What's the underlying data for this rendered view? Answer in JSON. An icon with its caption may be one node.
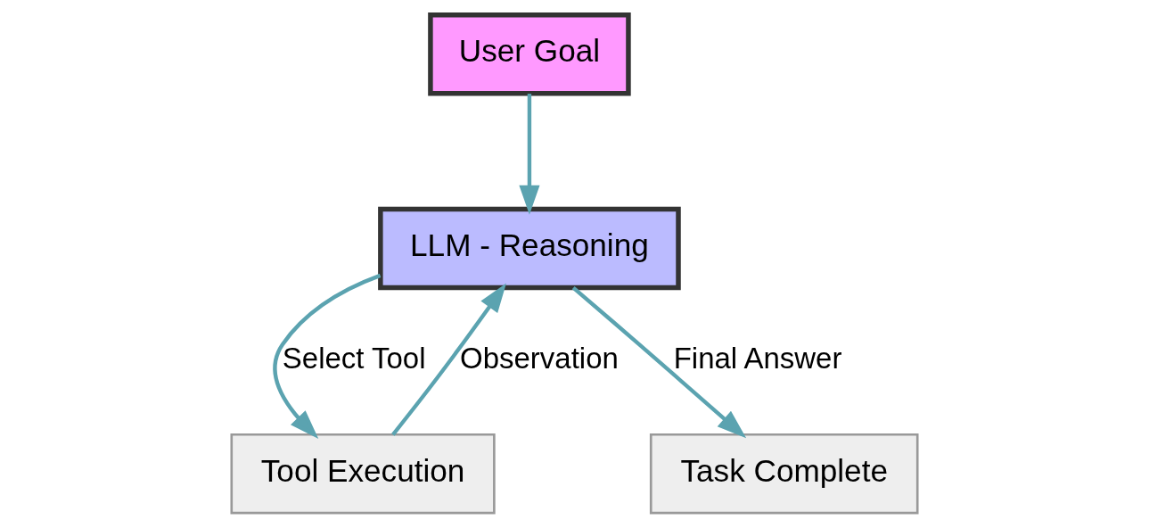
{
  "diagram": {
    "nodes": [
      {
        "text": [
          "User Goal"
        ]
      },
      {
        "text": [
          "LLM - Reasoning"
        ]
      },
      {
        "text": [
          "Tool Execution"
        ]
      },
      {
        "text": [
          "Task Complete"
        ]
      }
    ],
    "edges": [
      {
        "from": 0,
        "to": 1,
        "arrow": "to"
      },
      {
        "from": 1,
        "to": 2,
        "arrow": "to",
        "label": "Select Tool"
      },
      {
        "from": 2,
        "to": 1,
        "arrow": "to",
        "label": "Observation"
      },
      {
        "from": 1,
        "to": 3,
        "arrow": "to",
        "label": "Final Answer"
      }
    ]
  }
}
